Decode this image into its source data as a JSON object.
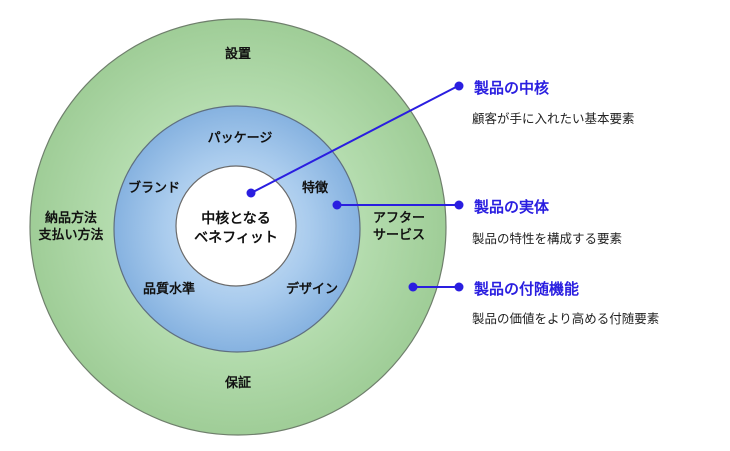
{
  "colors": {
    "outer_ring": "#a6d3a0",
    "middle_ring": "#9cc2e6",
    "core": "#ffffff",
    "accent": "#2a1ee0"
  },
  "rings": {
    "core": {
      "line1": "中核となる",
      "line2": "ベネフィット"
    },
    "middle": {
      "top": "パッケージ",
      "left_upper": "ブランド",
      "right_upper": "特徴",
      "left_lower": "品質水準",
      "right_lower": "デザイン"
    },
    "outer": {
      "top": "設置",
      "left_line1": "納品方法",
      "left_line2": "支払い方法",
      "right_line1": "アフター",
      "right_line2": "サービス",
      "bottom": "保証"
    }
  },
  "legend": [
    {
      "title": "製品の中核",
      "description": "顧客が手に入れたい基本要素"
    },
    {
      "title": "製品の実体",
      "description": "製品の特性を構成する要素"
    },
    {
      "title": "製品の付随機能",
      "description": "製品の価値をより高める付随要素"
    }
  ]
}
